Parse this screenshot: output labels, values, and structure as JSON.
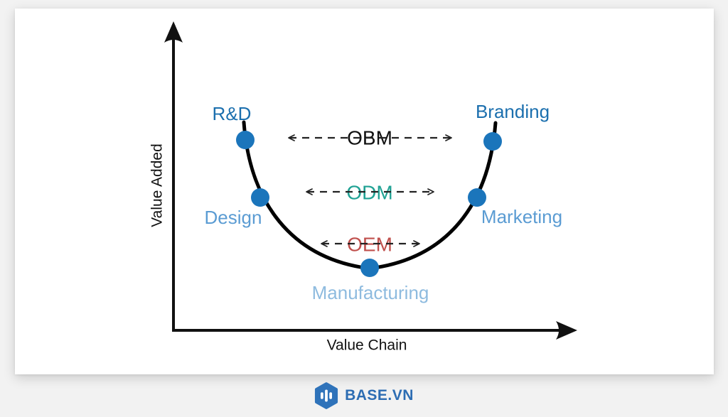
{
  "page": {
    "bg_color": "#f2f2f2",
    "card_bg_color": "#ffffff"
  },
  "axes": {
    "y_label": "Value Added",
    "x_label": "Value Chain",
    "color": "#111111"
  },
  "curve": {
    "color": "#000000",
    "dot_color": "#1b75bb"
  },
  "stages": [
    {
      "label": "R&D",
      "color": "#1b6fae"
    },
    {
      "label": "Design",
      "color": "#5b9cd3"
    },
    {
      "label": "Manufacturing",
      "color": "#8ebbdf"
    },
    {
      "label": "Marketing",
      "color": "#5b9cd3"
    },
    {
      "label": "Branding",
      "color": "#1b6fae"
    }
  ],
  "models": [
    {
      "label": "OBM",
      "color": "#111111"
    },
    {
      "label": "ODM",
      "color": "#20a294"
    },
    {
      "label": "OEM",
      "color": "#c0504d"
    }
  ],
  "arrow_color": "#222222",
  "footer": {
    "brand": "BASE.VN",
    "brand_color": "#2d6db3",
    "icon_color": "#2f73ba"
  }
}
